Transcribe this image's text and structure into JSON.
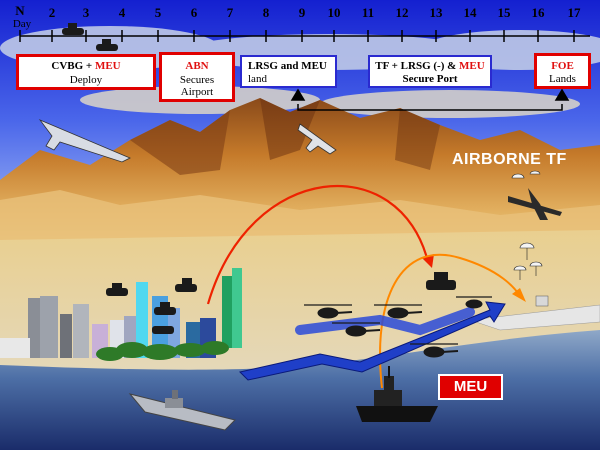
{
  "timeline": {
    "n_label": "N",
    "day_label": "Day",
    "days": [
      "2",
      "3",
      "4",
      "5",
      "6",
      "7",
      "8",
      "9",
      "10",
      "11",
      "12",
      "13",
      "14",
      "15",
      "16",
      "17"
    ]
  },
  "phases": {
    "cvbg": {
      "prefix": "CVBG + ",
      "highlight": "MEU",
      "line2": "Deploy"
    },
    "abn": {
      "highlight": "ABN",
      "line2": "Secures",
      "line3": "Airport"
    },
    "lrsg": {
      "line1": "LRSG and MEU",
      "line2": "land"
    },
    "tf": {
      "prefix": "TF + LRSG (-) & ",
      "highlight": "MEU",
      "line2": "Secure Port"
    },
    "foe": {
      "highlight": "FOE",
      "line2": "Lands"
    }
  },
  "scene": {
    "airborne_label": "AIRBORNE TF",
    "meu_label": "MEU"
  },
  "colors": {
    "sky_top": "#1a22d8",
    "sky_bottom": "#6a8ff0",
    "desert": "#c9802a",
    "water": "#3a5fa0",
    "arrow_red": "#ee2200",
    "arrow_orange": "#ff8800",
    "arrow_blue": "#1f3fc8",
    "box_red": "#e00000",
    "box_blue": "#2a2ad0"
  }
}
